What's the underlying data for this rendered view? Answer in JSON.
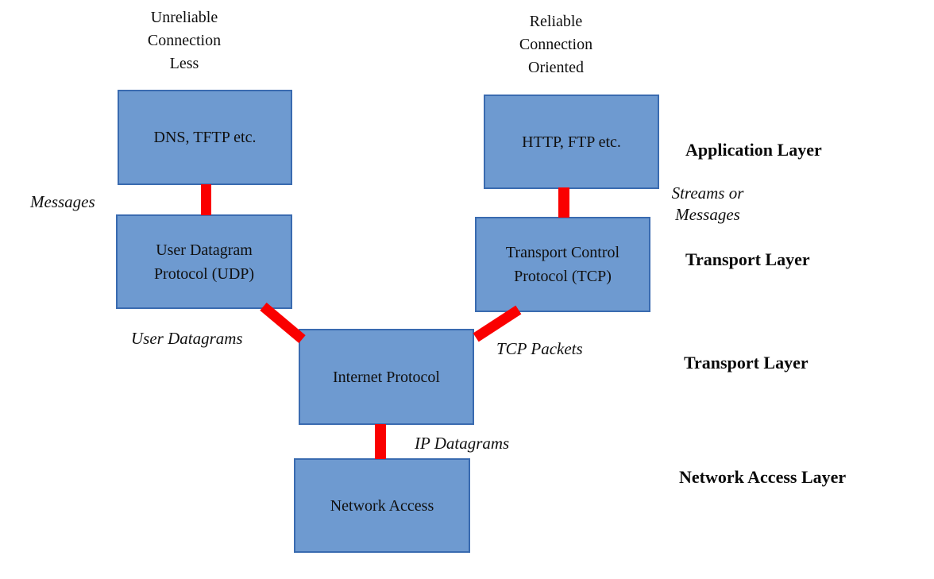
{
  "diagram": {
    "title_implicit": "TCP/IP protocol stack diagram",
    "colors": {
      "box_fill": "#6e9ad0",
      "box_border": "#3a6bb0",
      "connector_red": "#fa0000",
      "text": "#101010",
      "background": "#ffffff"
    },
    "headers": {
      "left": {
        "lines": [
          "Unreliable",
          "Connection",
          "Less"
        ]
      },
      "right": {
        "lines": [
          "Reliable",
          "Connection",
          "Oriented"
        ]
      }
    },
    "boxes": {
      "dns": {
        "label": "DNS, TFTP etc."
      },
      "http": {
        "label": "HTTP, FTP etc."
      },
      "udp": {
        "lines": [
          "User Datagram",
          "Protocol (UDP)"
        ]
      },
      "tcp": {
        "lines": [
          "Transport Control",
          "Protocol (TCP)"
        ]
      },
      "ip": {
        "label": "Internet Protocol"
      },
      "network": {
        "label": "Network Access"
      }
    },
    "flow_labels": {
      "messages_left": "Messages",
      "streams_right": {
        "lines": [
          "Streams or",
          "Messages"
        ]
      },
      "user_datagrams": "User Datagrams",
      "tcp_packets": "TCP Packets",
      "ip_datagrams": "IP Datagrams"
    },
    "layer_labels": {
      "application": "Application Layer",
      "transport_1": "Transport Layer",
      "transport_2": "Transport Layer",
      "network_access": "Network Access Layer"
    }
  }
}
